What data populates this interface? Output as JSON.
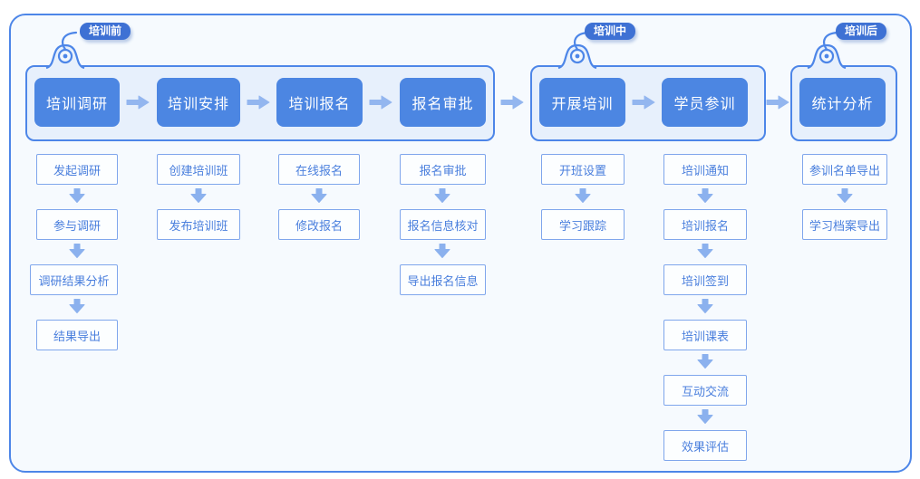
{
  "phases": [
    {
      "badge": "培训前",
      "main_steps": [
        "培训调研",
        "培训安排",
        "培训报名",
        "报名审批"
      ]
    },
    {
      "badge": "培训中",
      "main_steps": [
        "开展培训",
        "学员参训"
      ]
    },
    {
      "badge": "培训后",
      "main_steps": [
        "统计分析"
      ]
    }
  ],
  "sub_flows": [
    {
      "under": "培训调研",
      "items": [
        "发起调研",
        "参与调研",
        "调研结果分析",
        "结果导出"
      ]
    },
    {
      "under": "培训安排",
      "items": [
        "创建培训班",
        "发布培训班"
      ]
    },
    {
      "under": "培训报名",
      "items": [
        "在线报名",
        "修改报名"
      ]
    },
    {
      "under": "报名审批",
      "items": [
        "报名审批",
        "报名信息核对",
        "导出报名信息"
      ]
    },
    {
      "under": "开展培训",
      "items": [
        "开班设置",
        "学习跟踪"
      ]
    },
    {
      "under": "学员参训",
      "items": [
        "培训通知",
        "培训报名",
        "培训签到",
        "培训课表",
        "互动交流",
        "效果评估"
      ]
    },
    {
      "under": "统计分析",
      "items": [
        "参训名单导出",
        "学习档案导出"
      ]
    }
  ],
  "colors": {
    "primary_box": "#4c86e2",
    "badge": "#3e71d4",
    "group_border": "#4d86e8",
    "group_bg": "#e7f0fc",
    "canvas_bg": "#f6fafe",
    "arrow_right": "#93b6ef",
    "arrow_down": "#8bb1ee",
    "sub_box_border": "#7fa6ec",
    "sub_box_bg": "#fcfeff",
    "sub_text": "#4a7fdd"
  }
}
